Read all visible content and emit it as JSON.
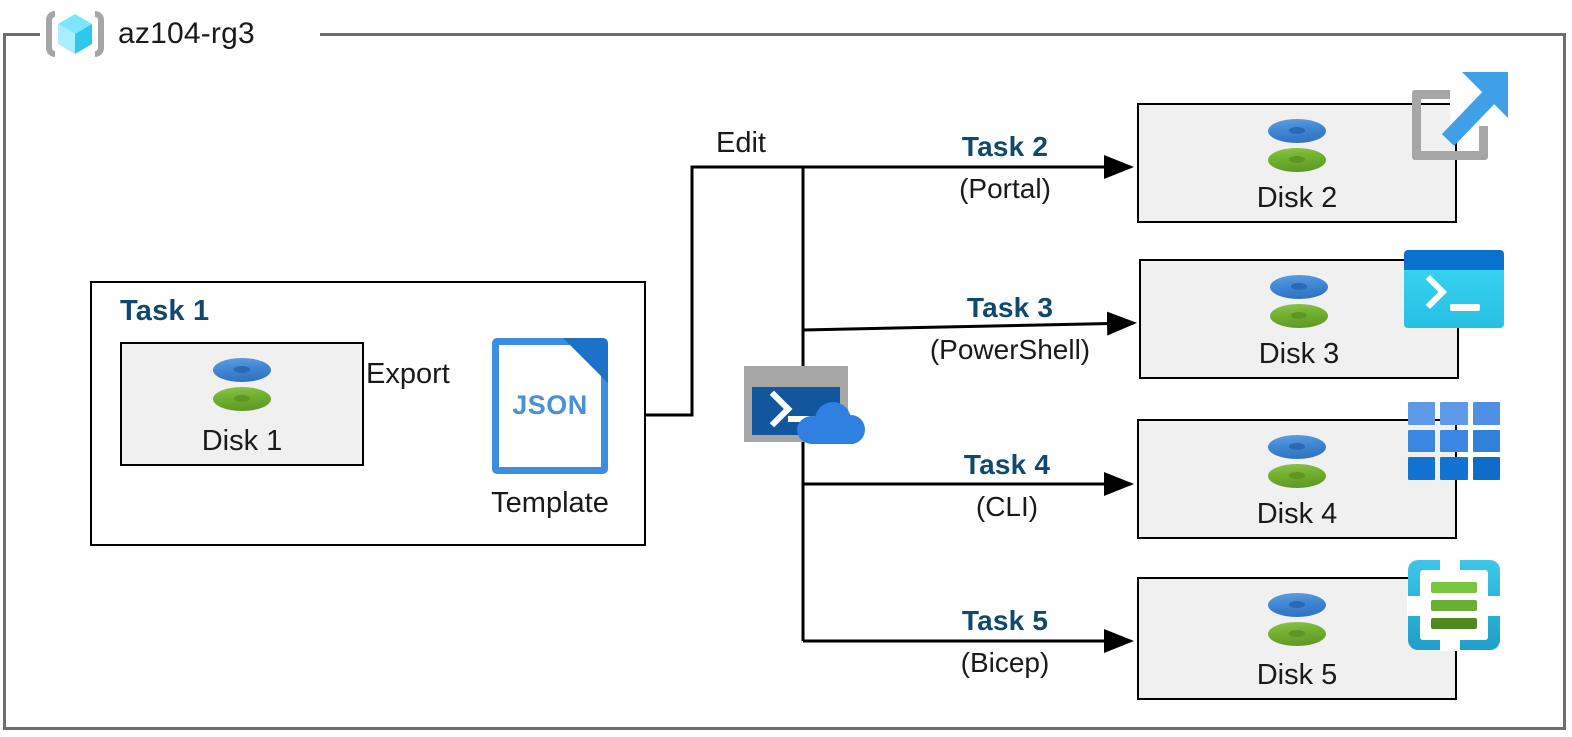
{
  "diagram": {
    "resource_group": {
      "name": "az104-rg3",
      "icon": "resource-group-cube-icon"
    },
    "task1": {
      "title": "Task 1",
      "disk": {
        "label": "Disk 1",
        "icon": "managed-disk-icon"
      },
      "export_label": "Export",
      "template": {
        "file_type": "JSON",
        "caption": "Template",
        "icon": "json-file-icon"
      }
    },
    "edit_label": "Edit",
    "cloud_shell": {
      "icon": "cloud-shell-icon"
    },
    "tasks": [
      {
        "title": "Task 2",
        "tool": "(Portal)",
        "disk": "Disk 2",
        "tool_icon": "azure-portal-icon"
      },
      {
        "title": "Task 3",
        "tool": "(PowerShell)",
        "disk": "Disk 3",
        "tool_icon": "powershell-icon"
      },
      {
        "title": "Task 4",
        "tool": "(CLI)",
        "disk": "Disk 4",
        "tool_icon": "azure-cli-grid-icon"
      },
      {
        "title": "Task 5",
        "tool": "(Bicep)",
        "disk": "Disk 5",
        "tool_icon": "bicep-icon"
      }
    ],
    "colors": {
      "task_blue": "#10496e",
      "frame_gray": "#6e6e6e",
      "box_border": "#000000",
      "box_fill": "#f0f0f0",
      "disk_blue": "#3f86d4",
      "disk_green": "#6faf2e",
      "json_blue": "#3d8ee0",
      "portal_arrow_blue": "#3fa0e8",
      "powershell_cyan": "#27bfe3",
      "bicep_cyan": "#3ec6e8",
      "bicep_green": "#6aae33"
    }
  }
}
